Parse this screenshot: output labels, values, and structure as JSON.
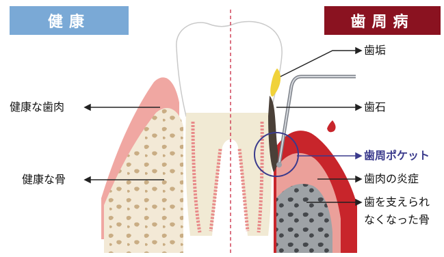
{
  "colors": {
    "healthy_badge": "#7aa9d6",
    "disease_badge": "#8a1220",
    "pocket_accent": "#3a3a8c",
    "gum_healthy": "#f0a7a2",
    "gum_inflamed": "#c8252b",
    "bone": "#c9ad84",
    "tooth": "#ffffff",
    "root": "#f1ead4",
    "plaque": "#f0d23a",
    "tartar": "#4a4038"
  },
  "header": {
    "healthy": "健康",
    "periodontal": "歯周病"
  },
  "labels": {
    "healthy_gum": "健康な歯肉",
    "healthy_bone": "健康な骨",
    "plaque": "歯垢",
    "tartar": "歯石",
    "pocket": "歯周ポケット",
    "inflamed_gum": "歯肉の炎症",
    "bone_loss_line1": "歯を支えられ",
    "bone_loss_line2": "なくなった骨"
  }
}
